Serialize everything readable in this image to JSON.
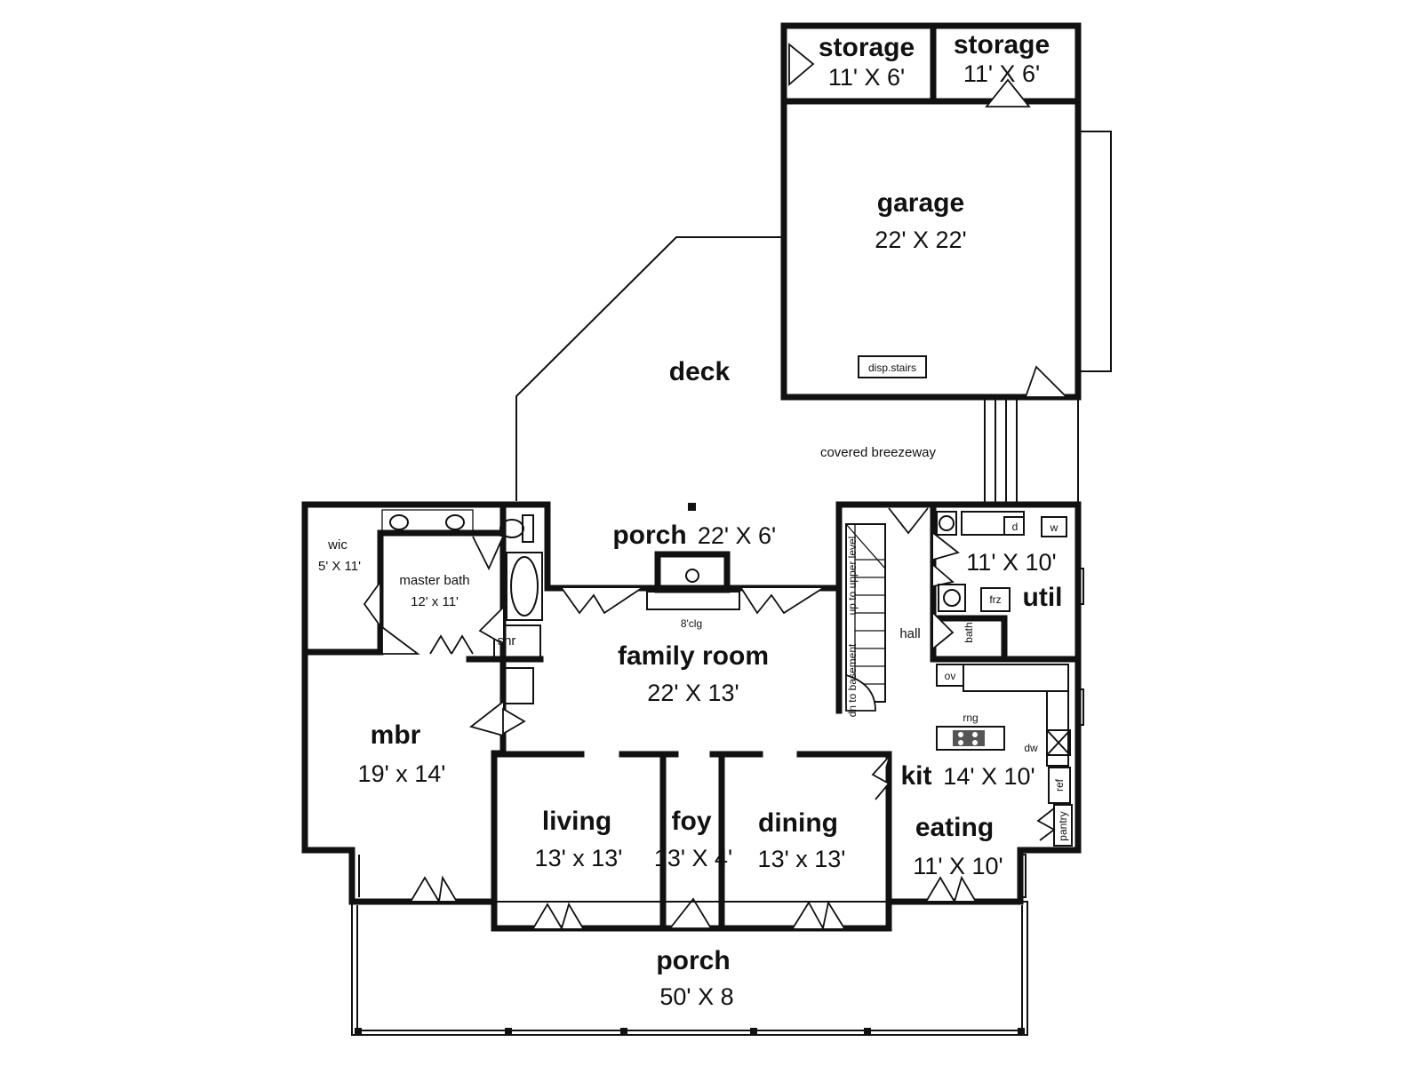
{
  "rooms": {
    "storage_left": {
      "name": "storage",
      "dims": "11' X 6'"
    },
    "storage_right": {
      "name": "storage",
      "dims": "11' X 6'"
    },
    "garage": {
      "name": "garage",
      "dims": "22' X 22'"
    },
    "deck": {
      "name": "deck"
    },
    "porch_back": {
      "name": "porch",
      "dims": "22' X 6'"
    },
    "family_room": {
      "name": "family room",
      "dims": "22' X 13'",
      "note": "8'clg"
    },
    "wic": {
      "name": "wic",
      "dims": "5' X 11'"
    },
    "master_bath": {
      "name": "master bath",
      "dims": "12' x 11'"
    },
    "mbr": {
      "name": "mbr",
      "dims": "19' x 14'"
    },
    "living": {
      "name": "living",
      "dims": "13' x 13'"
    },
    "foyer": {
      "name": "foy",
      "dims": "13' X 4'"
    },
    "dining": {
      "name": "dining",
      "dims": "13' x 13'"
    },
    "kitchen": {
      "name": "kit",
      "dims": "14' X 10'"
    },
    "eating": {
      "name": "eating",
      "dims": "11' X 10'"
    },
    "utility": {
      "name": "util",
      "dims": "11' X 10'"
    },
    "porch_front": {
      "name": "porch",
      "dims": "50' X 8"
    }
  },
  "labels": {
    "disp_stairs": "disp.stairs",
    "breezeway": "covered  breezeway",
    "shower": "shr",
    "hall": "hall",
    "bath": "bath",
    "oven": "ov",
    "range": "rng",
    "dishwasher": "dw",
    "refrigerator": "ref",
    "pantry": "pantry",
    "freezer": "frz",
    "dryer": "d",
    "washer": "w",
    "stair_up": "up to upper level",
    "stair_down": "dn to basement"
  }
}
